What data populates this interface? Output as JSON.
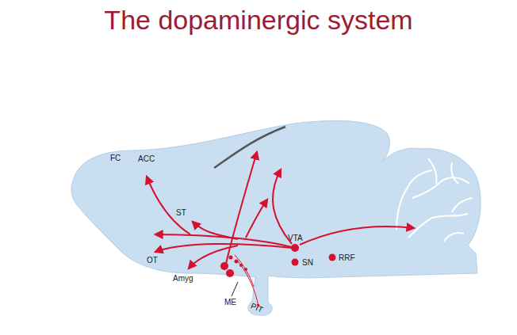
{
  "diagram": {
    "title": "The dopaminergic system",
    "labels": [
      "FC",
      "ACC",
      "ST",
      "OT",
      "Amyg",
      "ME",
      "PIT",
      "VTA",
      "SN",
      "RRF"
    ]
  }
}
